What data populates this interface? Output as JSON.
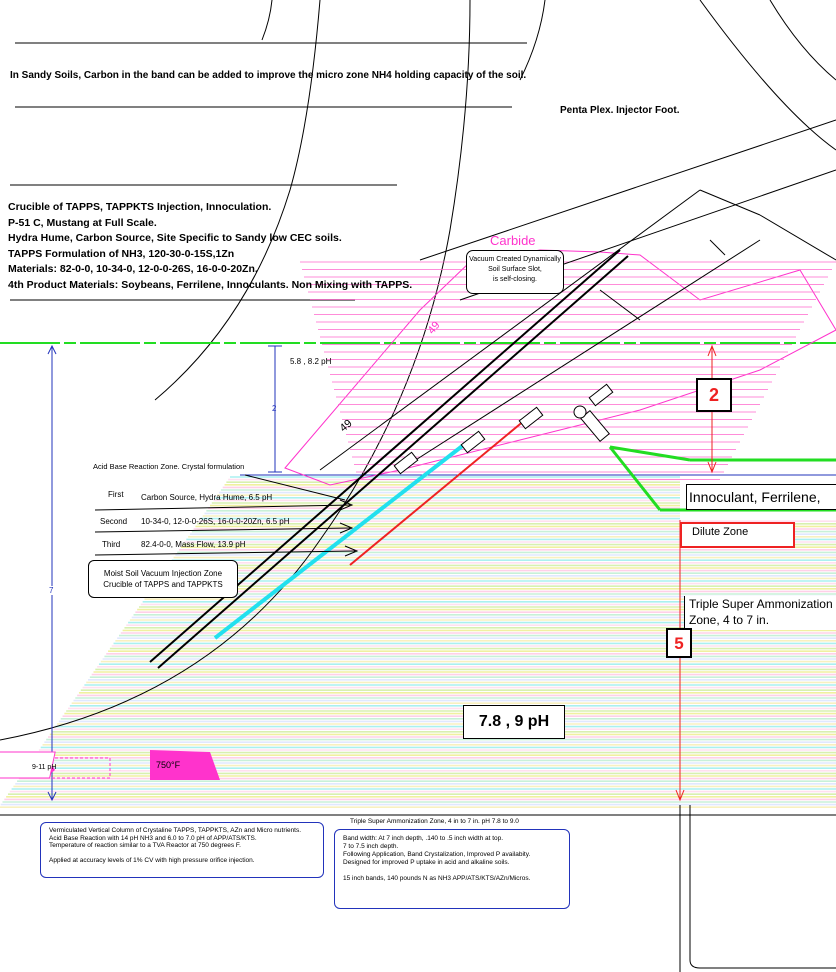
{
  "header": {
    "note": "In Sandy Soils, Carbon in the band can be added to improve the micro zone NH4 holding capacity of the soil.",
    "foot_title": "Penta Plex. Injector Foot."
  },
  "spec": {
    "lines": [
      "Crucible  of TAPPS, TAPPKTS Injection, Innoculation.",
      "P-51 C, Mustang at Full Scale.",
      "Hydra Hume, Carbon Source, Site Specific to Sandy low CEC soils.",
      "TAPPS Formulation of NH3, 120-30-0-15S,1Zn",
      "Materials:  82-0-0, 10-34-0, 12-0-0-26S, 16-0-0-20Zn.",
      "4th Product Materials:  Soybeans, Ferrilene,  Innoculants.  Non Mixing with TAPPS."
    ]
  },
  "carbide": {
    "label": "Carbide",
    "note": [
      "Vacuum Created Dynamically",
      "Soil Surface Slot,",
      "is self-closing."
    ]
  },
  "angles": {
    "a1": "49",
    "a2": "49"
  },
  "dimensions": {
    "ph_top": "5.8 , 8.2 pH",
    "depth_2": "2",
    "depth_7": "7"
  },
  "zones": {
    "acid_base": "Acid Base Reaction Zone. Crystal formulation",
    "rows": [
      {
        "name": "First",
        "desc": "Carbon Source, Hydra Hume,  6.5 pH"
      },
      {
        "name": "Second",
        "desc": "10-34-0,  12-0-0-26S,  16-0-0-20Zn,   6.5 pH"
      },
      {
        "name": "Third",
        "desc": "82.4-0-0,  Mass Flow,  13.9 pH"
      }
    ],
    "moist": [
      "Moist  Soil Vacuum Injection  Zone",
      "Crucible  of TAPPS and TAPPKTS"
    ]
  },
  "right_labels": {
    "marker_2": "2",
    "innoculant": "Innoculant, Ferrilene,",
    "dilute": "Dilute Zone",
    "triple": [
      "Triple Super Ammonization",
      "Zone, 4 to 7 in."
    ],
    "marker_5": "5"
  },
  "ph_box": "7.8 , 9 pH",
  "tags": {
    "ph_tag": "9-11 pH",
    "temp_tag": "750°F"
  },
  "bottom_left": {
    "lines": [
      "Vermiculated  Vertical  Column of Crystaline  TAPPS,  TAPPKTS,  AZn and Micro  nutrients.",
      "Acid Base Reaction  with 14 pH NH3 and 6.0 to 7.0 pH of APP/ATS/KTS.",
      "Temperature  of reaction  similar  to a TVA Reactor at 750 degrees  F.",
      "",
      "Applied  at accuracy  levels of 1% CV with high pressure orifice  injection."
    ]
  },
  "bottom_mid": {
    "title": "Triple  Super  Ammonization  Zone,  4 in to 7 in.  pH 7.8 to 9.0",
    "lines": [
      "Band width:  At 7 inch depth,  .140 to .5 inch width at top.",
      "7 to 7.5  inch depth.",
      "Following  Application,   Band Crystalization,  Improved  P availabity.",
      "Designed  for improved  P uptake in acid and alkaline  soils.",
      "",
      "15 inch bands, 140 pounds  N as NH3 APP/ATS/KTS/AZn/Micros."
    ]
  },
  "colors": {
    "green_line": "#22dd22",
    "magenta": "#ff33cc",
    "cyan": "#22e0ee",
    "red": "#ee2222",
    "blue": "#2233bb",
    "pink_band": "#ff66cc"
  }
}
